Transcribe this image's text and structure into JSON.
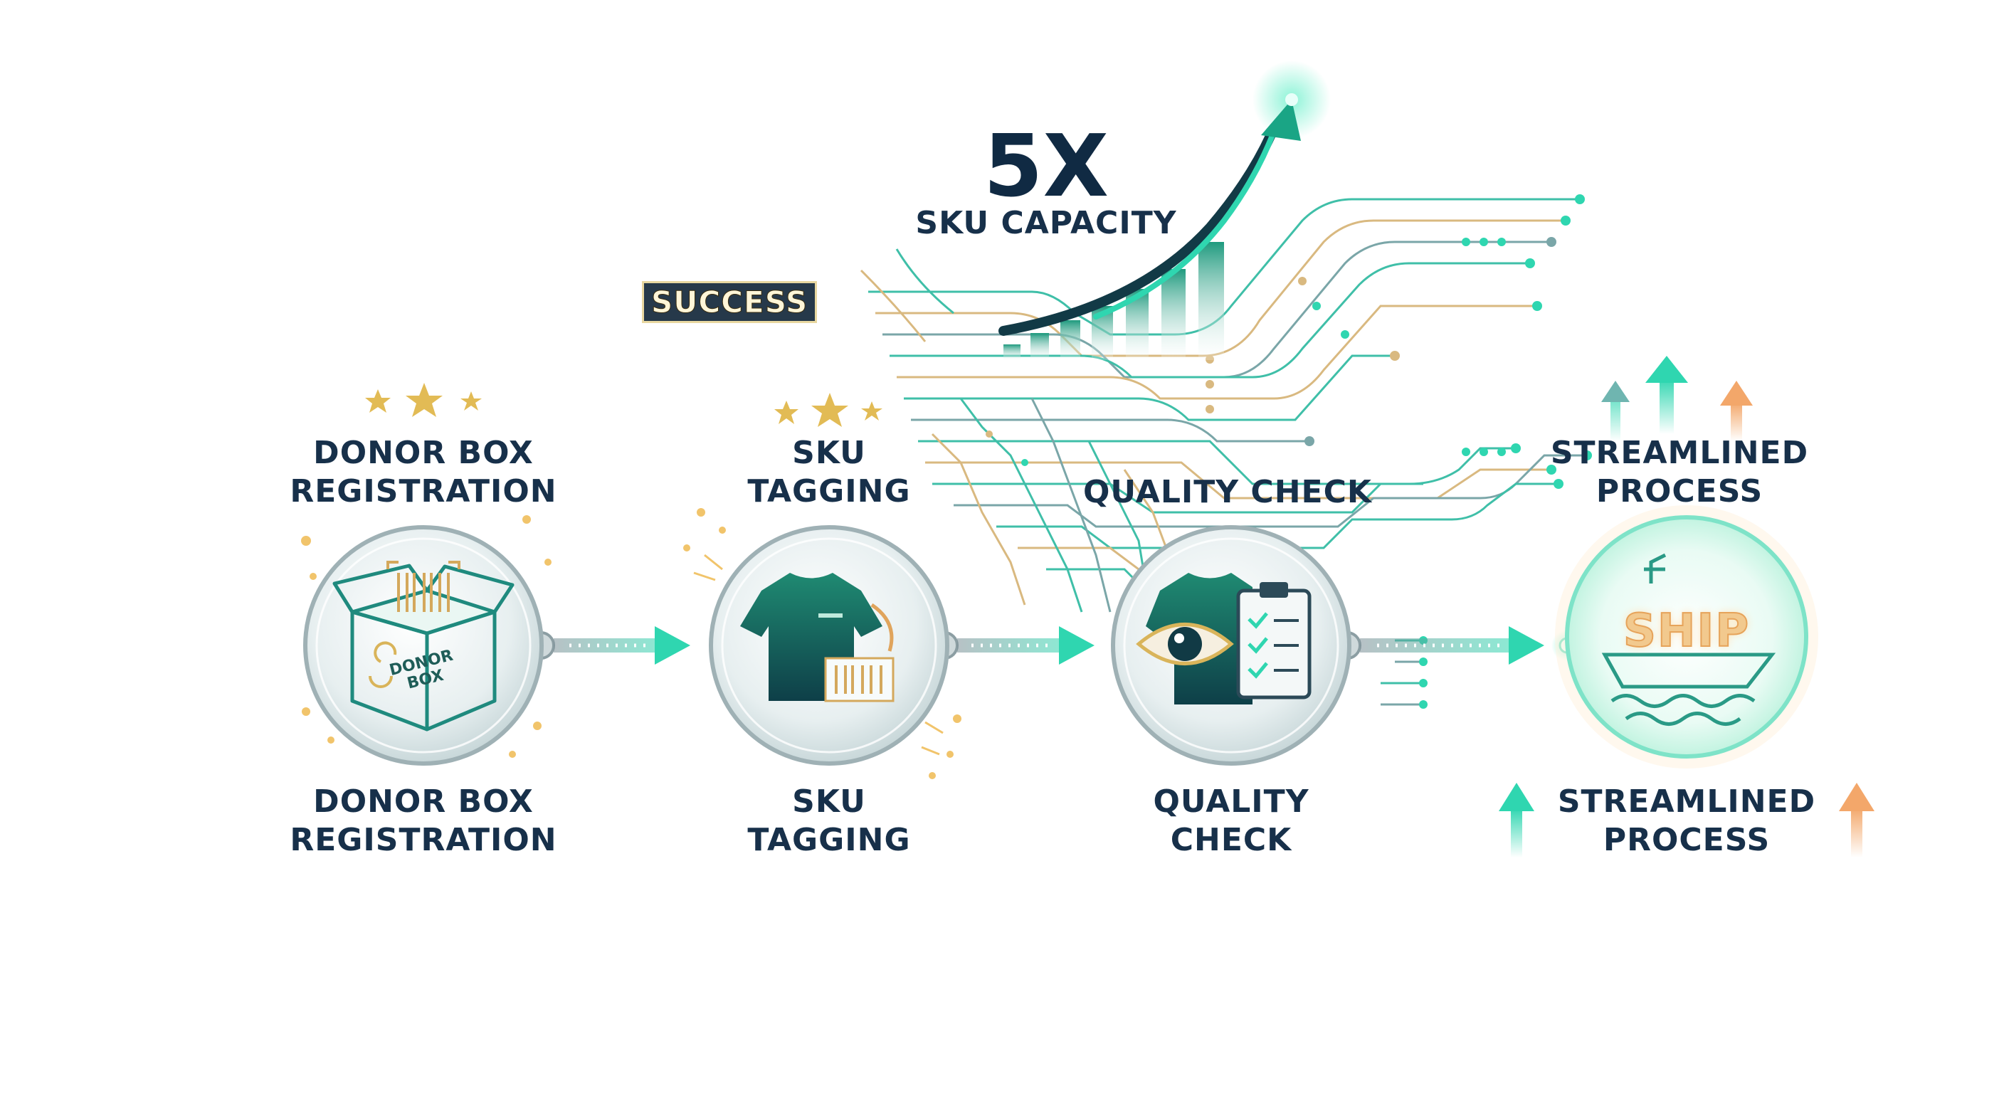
{
  "hero": {
    "multiplier": "5X",
    "caption": "SKU CAPACITY"
  },
  "badge": {
    "label": "SUCCESS"
  },
  "steps": [
    {
      "top_line1": "DONOR BOX",
      "top_line2": "REGISTRATION",
      "bottom_line1": "DONOR BOX",
      "bottom_line2": "REGISTRATION",
      "icon": "donor-box-icon",
      "icon_text_line1": "DONOR",
      "icon_text_line2": "BOX"
    },
    {
      "top_line1": "SKU",
      "top_line2": "TAGGING",
      "bottom_line1": "SKU",
      "bottom_line2": "TAGGING",
      "icon": "tshirt-barcode-icon"
    },
    {
      "top_line1": "QUALITY CHECK",
      "bottom_line1": "QUALITY",
      "bottom_line2": "CHECK",
      "icon": "eye-clipboard-icon"
    },
    {
      "top_line1": "STREAMLINED",
      "top_line2": "PROCESS",
      "bottom_line1": "STREAMLINED",
      "bottom_line2": "PROCESS",
      "icon": "ship-icon",
      "icon_text": "SHIP"
    }
  ],
  "colors": {
    "teal": "#2fd6b0",
    "dark_teal": "#0f5d5a",
    "navy": "#17304a",
    "gold": "#d9b45a",
    "orange": "#f3a76a",
    "glass": "#dfe9ea"
  }
}
